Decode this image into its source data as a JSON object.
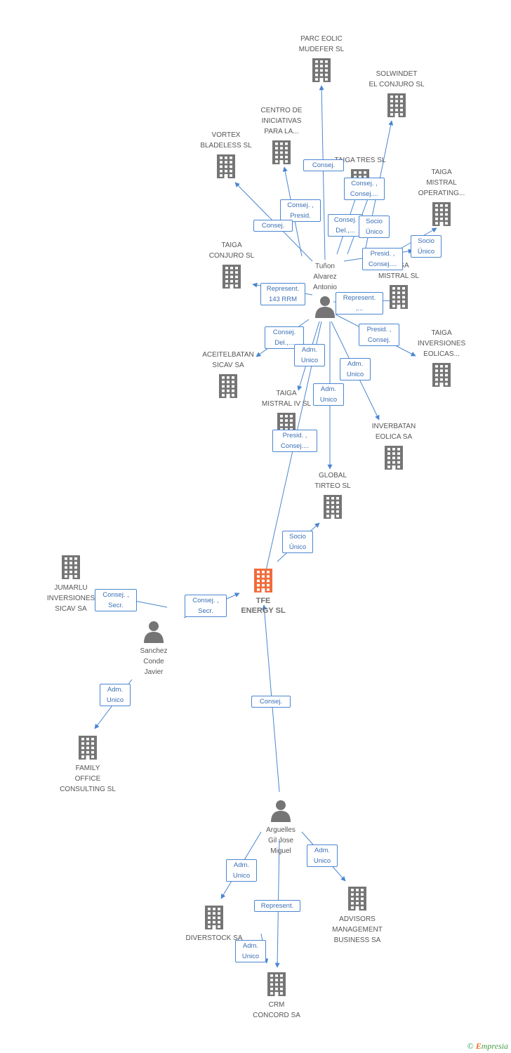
{
  "colors": {
    "company": "#757575",
    "main": "#f26b3a",
    "person": "#757575",
    "edge": "#4a86d1",
    "badge_text": "#3b6fb5"
  },
  "nodes": [
    {
      "id": "parc",
      "kind": "company",
      "label": "PARC EOLIC\nMUDEFER  SL"
    },
    {
      "id": "solwindet",
      "kind": "company",
      "label": "SOLWINDET\nEL CONJURO SL"
    },
    {
      "id": "centro",
      "kind": "company",
      "label": "CENTRO DE\nINICIATIVAS\nPARA LA..."
    },
    {
      "id": "vortex",
      "kind": "company",
      "label": "VORTEX\nBLADELESS  SL"
    },
    {
      "id": "tres",
      "kind": "company",
      "label": "TAIGA TRES  SL"
    },
    {
      "id": "mistralop",
      "kind": "company",
      "label": "TAIGA\nMISTRAL\nOPERATING..."
    },
    {
      "id": "conjuro",
      "kind": "company",
      "label": "TAIGA\nCONJURO  SL"
    },
    {
      "id": "mistralsl",
      "kind": "company",
      "label": "TAIGA\nMISTRAL SL"
    },
    {
      "id": "tunon",
      "kind": "person",
      "label": "Tuñon\nAlvarez\nAntonio"
    },
    {
      "id": "inversiones",
      "kind": "company",
      "label": "TAIGA\nINVERSIONES\nEOLICAS..."
    },
    {
      "id": "aceitel",
      "kind": "company",
      "label": "ACEITELBATAN\nSICAV SA"
    },
    {
      "id": "mistraliv",
      "kind": "company",
      "label": "TAIGA\nMISTRAL IV SL"
    },
    {
      "id": "inverbatan",
      "kind": "company",
      "label": "INVERBATAN\nEOLICA SA"
    },
    {
      "id": "tirteo",
      "kind": "company",
      "label": "GLOBAL\nTIRTEO SL"
    },
    {
      "id": "jumarlu",
      "kind": "company",
      "label": "JUMARLU\nINVERSIONES\nSICAV SA"
    },
    {
      "id": "tfe",
      "kind": "main",
      "label": "TFE\nENERGY SL"
    },
    {
      "id": "sanchez",
      "kind": "person",
      "label": "Sanchez\nConde\nJavier"
    },
    {
      "id": "family",
      "kind": "company",
      "label": "FAMILY\nOFFICE\nCONSULTING SL"
    },
    {
      "id": "arguelles",
      "kind": "person",
      "label": "Arguelles\nGil Jose\nMiguel"
    },
    {
      "id": "advisors",
      "kind": "company",
      "label": "ADVISORS\nMANAGEMENT\nBUSINESS SA"
    },
    {
      "id": "diverstock",
      "kind": "company",
      "label": "DIVERSTOCK SA"
    },
    {
      "id": "crm",
      "kind": "company",
      "label": "CRM\nCONCORD SA"
    }
  ],
  "edges": [
    {
      "from": "tunon",
      "to": "parc",
      "label": "Consej."
    },
    {
      "from": "tunon",
      "to": "solwindet",
      "label": "Consej. ,\nConsej...."
    },
    {
      "from": "tunon",
      "to": "centro",
      "label": "Consej. ,\nPresid."
    },
    {
      "from": "tunon",
      "to": "vortex",
      "label": "Consej."
    },
    {
      "from": "tunon",
      "to": "tres",
      "label": "Consej.\nDel.,..."
    },
    {
      "from": "tunon",
      "to": "tres",
      "label": "Socio\nÚnico"
    },
    {
      "from": "tunon",
      "to": "mistralop",
      "label": "Socio\nÚnico"
    },
    {
      "from": "tunon",
      "to": "mistralsl",
      "label": "Presid. ,\nConsej...."
    },
    {
      "from": "tunon",
      "to": "conjuro",
      "label": "Represent.\n143 RRM"
    },
    {
      "from": "tunon",
      "to": "mistralsl",
      "label": "Represent.\n,..."
    },
    {
      "from": "tunon",
      "to": "inversiones",
      "label": "Presid. ,\nConsej."
    },
    {
      "from": "tunon",
      "to": "aceitel",
      "label": "Consej.\nDel.,..."
    },
    {
      "from": "tunon",
      "to": "mistraliv",
      "label": "Adm.\nUnico"
    },
    {
      "from": "tunon",
      "to": "inverbatan",
      "label": "Adm.\nUnico"
    },
    {
      "from": "tunon",
      "to": "tirteo",
      "label": "Adm.\nUnico"
    },
    {
      "from": "tunon",
      "to": "tfe",
      "label": "Presid. ,\nConsej...."
    },
    {
      "from": "tfe",
      "to": "tirteo",
      "label": "Socio\nÚnico"
    },
    {
      "from": "sanchez",
      "to": "jumarlu",
      "label": "Consej. ,\nSecr."
    },
    {
      "from": "sanchez",
      "to": "tfe",
      "label": "Consej. ,\nSecr."
    },
    {
      "from": "sanchez",
      "to": "family",
      "label": "Adm.\nUnico"
    },
    {
      "from": "arguelles",
      "to": "tfe",
      "label": "Consej."
    },
    {
      "from": "arguelles",
      "to": "diverstock",
      "label": "Adm.\nUnico"
    },
    {
      "from": "arguelles",
      "to": "advisors",
      "label": "Adm.\nUnico"
    },
    {
      "from": "arguelles",
      "to": "crm",
      "label": "Represent."
    },
    {
      "from": "arguelles",
      "to": "crm",
      "label": "Adm.\nUnico"
    }
  ],
  "footer": {
    "copyright": "©",
    "brand_initial": "E",
    "brand_rest": "mpresia"
  }
}
